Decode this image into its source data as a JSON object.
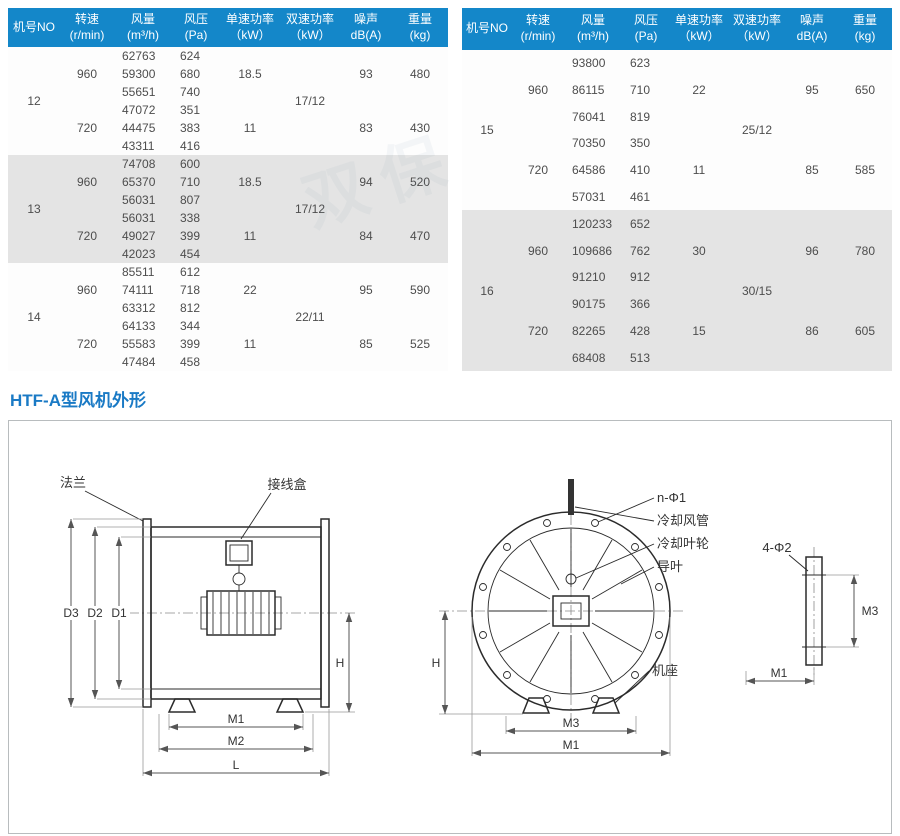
{
  "watermark": "双保",
  "section_title": "HTF-A型风机外形",
  "table_headers": [
    {
      "line1": "机号NO",
      "line2": ""
    },
    {
      "line1": "转速",
      "line2": "(r/min)"
    },
    {
      "line1": "风量",
      "line2": "(m³/h)"
    },
    {
      "line1": "风压",
      "line2": "(Pa)"
    },
    {
      "line1": "单速功率",
      "line2": "（kW）"
    },
    {
      "line1": "双速功率",
      "line2": "（kW）"
    },
    {
      "line1": "噪声",
      "line2": "dB(A)"
    },
    {
      "line1": "重量",
      "line2": "(kg)"
    }
  ],
  "tables": {
    "left": [
      {
        "model": "12",
        "shaded": false,
        "dual_power": "17/12",
        "speeds": [
          {
            "rpm": "960",
            "rows": [
              [
                "62763",
                "624"
              ],
              [
                "59300",
                "680"
              ],
              [
                "55651",
                "740"
              ]
            ],
            "power": "18.5",
            "noise": "93",
            "weight": "480"
          },
          {
            "rpm": "720",
            "rows": [
              [
                "47072",
                "351"
              ],
              [
                "44475",
                "383"
              ],
              [
                "43311",
                "416"
              ]
            ],
            "power": "11",
            "noise": "83",
            "weight": "430"
          }
        ]
      },
      {
        "model": "13",
        "shaded": true,
        "dual_power": "17/12",
        "speeds": [
          {
            "rpm": "960",
            "rows": [
              [
                "74708",
                "600"
              ],
              [
                "65370",
                "710"
              ],
              [
                "56031",
                "807"
              ]
            ],
            "power": "18.5",
            "noise": "94",
            "weight": "520"
          },
          {
            "rpm": "720",
            "rows": [
              [
                "56031",
                "338"
              ],
              [
                "49027",
                "399"
              ],
              [
                "42023",
                "454"
              ]
            ],
            "power": "11",
            "noise": "84",
            "weight": "470"
          }
        ]
      },
      {
        "model": "14",
        "shaded": false,
        "dual_power": "22/11",
        "speeds": [
          {
            "rpm": "960",
            "rows": [
              [
                "85511",
                "612"
              ],
              [
                "74111",
                "718"
              ],
              [
                "63312",
                "812"
              ]
            ],
            "power": "22",
            "noise": "95",
            "weight": "590"
          },
          {
            "rpm": "720",
            "rows": [
              [
                "64133",
                "344"
              ],
              [
                "55583",
                "399"
              ],
              [
                "47484",
                "458"
              ]
            ],
            "power": "11",
            "noise": "85",
            "weight": "525"
          }
        ]
      }
    ],
    "right": [
      {
        "model": "15",
        "shaded": false,
        "dual_power": "25/12",
        "speeds": [
          {
            "rpm": "960",
            "rows": [
              [
                "93800",
                "623"
              ],
              [
                "86115",
                "710"
              ],
              [
                "76041",
                "819"
              ]
            ],
            "power": "22",
            "noise": "95",
            "weight": "650"
          },
          {
            "rpm": "720",
            "rows": [
              [
                "70350",
                "350"
              ],
              [
                "64586",
                "410"
              ],
              [
                "57031",
                "461"
              ]
            ],
            "power": "11",
            "noise": "85",
            "weight": "585"
          }
        ]
      },
      {
        "model": "16",
        "shaded": true,
        "dual_power": "30/15",
        "speeds": [
          {
            "rpm": "960",
            "rows": [
              [
                "120233",
                "652"
              ],
              [
                "109686",
                "762"
              ],
              [
                "91210",
                "912"
              ]
            ],
            "power": "30",
            "noise": "96",
            "weight": "780"
          },
          {
            "rpm": "720",
            "rows": [
              [
                "90175",
                "366"
              ],
              [
                "82265",
                "428"
              ],
              [
                "68408",
                "513"
              ]
            ],
            "power": "15",
            "noise": "86",
            "weight": "605"
          }
        ]
      }
    ]
  },
  "diagram": {
    "labels": {
      "flange": "法兰",
      "junction_box": "接线盒",
      "d3": "D3",
      "d2": "D2",
      "d1": "D1",
      "h_side": "H",
      "m1_side": "M1",
      "m2_side": "M2",
      "l_side": "L",
      "n_phi1": "n-Φ1",
      "cooling_pipe": "冷却风管",
      "cooling_impeller": "冷却叶轮",
      "guide_vane": "导叶",
      "base": "机座",
      "h_front": "H",
      "m3_front": "M3",
      "m1_front": "M1",
      "four_phi2": "4-Φ2",
      "m3_flange": "M3",
      "m1_flange": "M1"
    }
  }
}
